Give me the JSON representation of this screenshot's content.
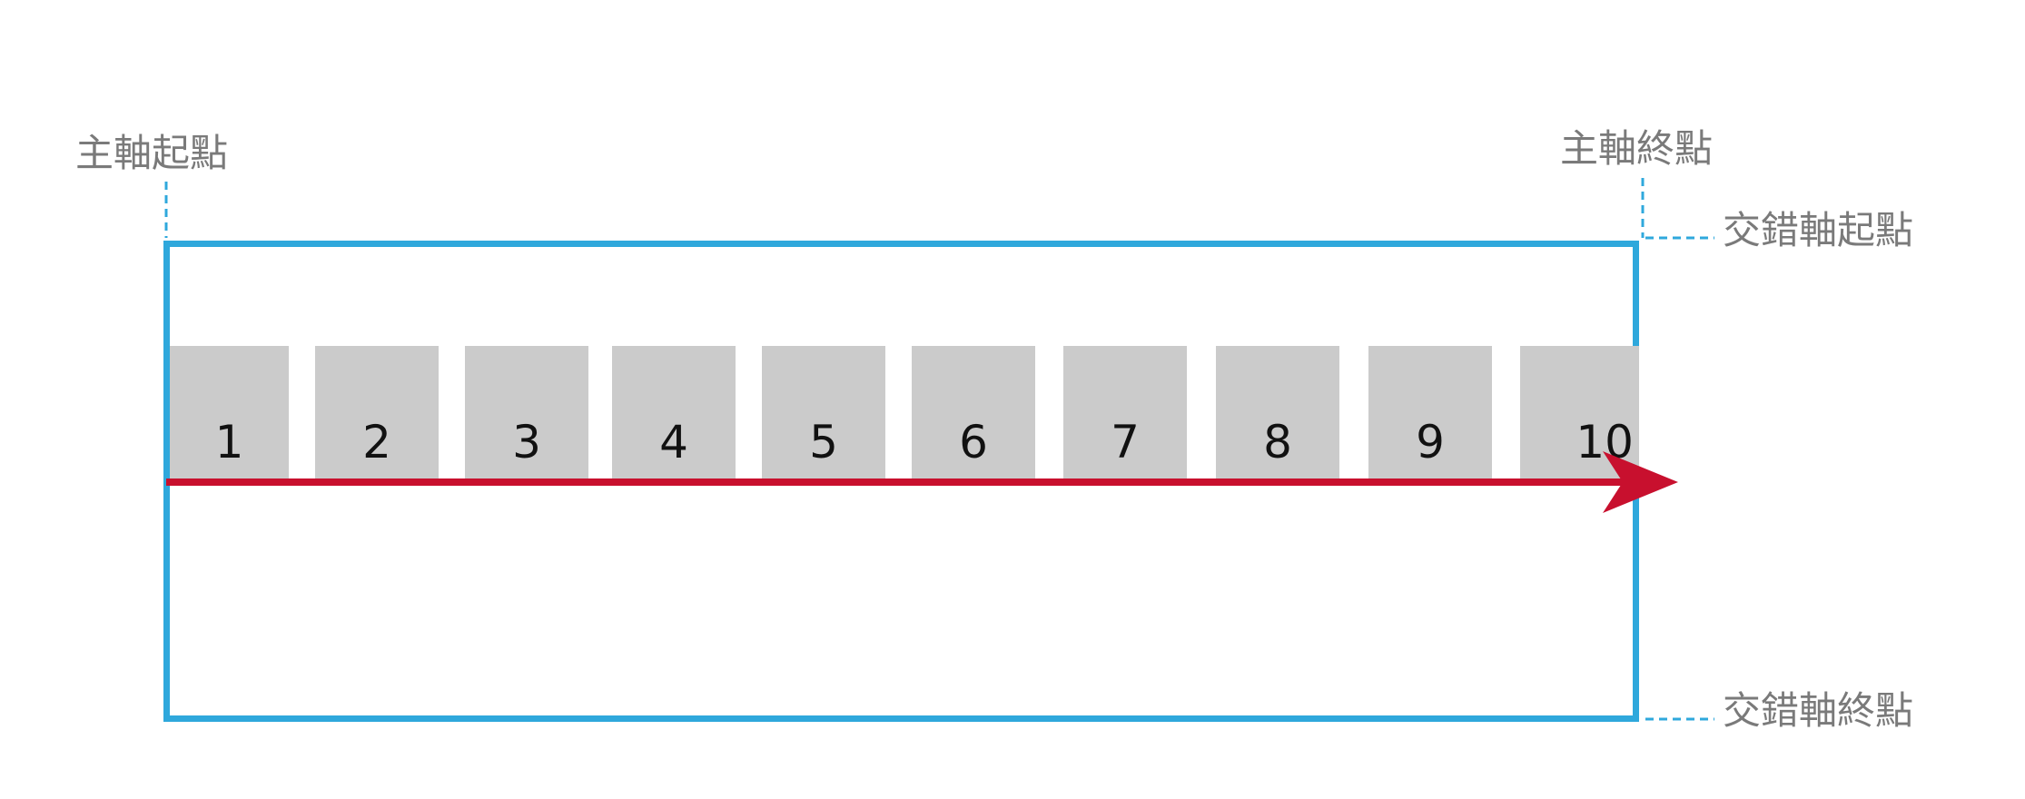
{
  "labels": {
    "main_axis_start": "主軸起點",
    "main_axis_end": "主軸終點",
    "cross_axis_start": "交錯軸起點",
    "cross_axis_end": "交錯軸終點"
  },
  "items": [
    "1",
    "2",
    "3",
    "4",
    "5",
    "6",
    "7",
    "8",
    "9",
    "10"
  ],
  "colors": {
    "container_border": "#2fa8dc",
    "item_fill": "#cbcbcb",
    "main_axis_arrow": "#c8102e",
    "label_text": "#7a7a7a"
  }
}
